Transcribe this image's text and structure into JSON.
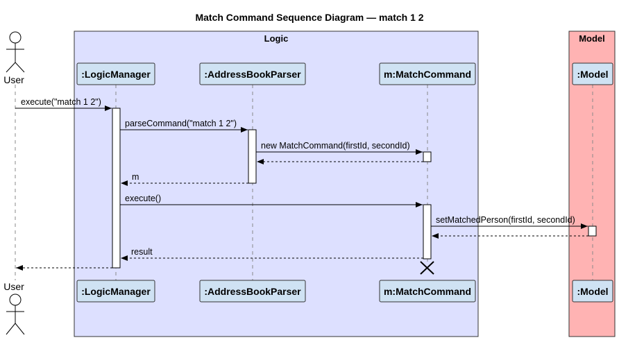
{
  "title": "Match Command Sequence Diagram — match 1 2",
  "colors": {
    "logic_box_fill": "#dde0ff",
    "logic_box_stroke": "#333333",
    "model_box_fill": "#ffb3b3",
    "participant_fill": "#cfe2f3",
    "participant_stroke": "#333333"
  },
  "boxes": {
    "logic": "Logic",
    "model": "Model"
  },
  "actor": {
    "label": "User"
  },
  "participants": {
    "logic_manager": ":LogicManager",
    "parser": ":AddressBookParser",
    "match_command": "m:MatchCommand",
    "model": ":Model"
  },
  "messages": {
    "execute_call": "execute(\"match 1 2\")",
    "parse_call": "parseCommand(\"match 1 2\")",
    "new_command": "new MatchCommand(firstId, secondId)",
    "return_m": "m",
    "execute_command": "execute()",
    "set_matched": "setMatchedPerson(firstId, secondId)",
    "return_result": "result"
  }
}
